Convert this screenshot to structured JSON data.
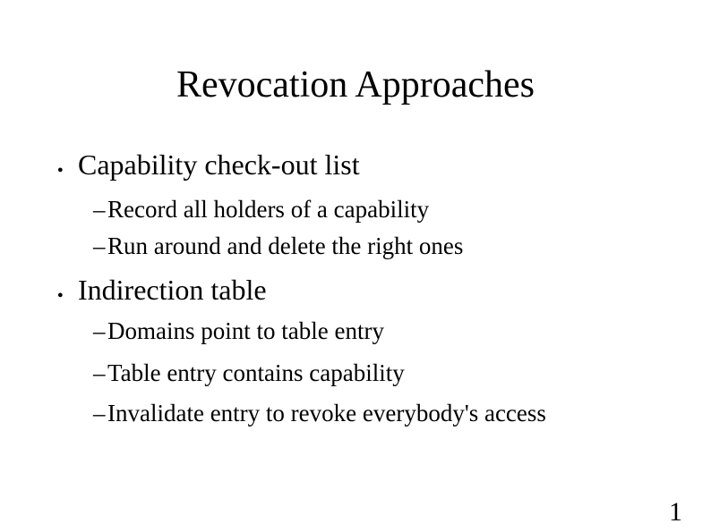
{
  "slide": {
    "title": "Revocation Approaches",
    "glyphs": {
      "bullet": "●",
      "dash": "–"
    },
    "outline": [
      {
        "level": 1,
        "text": "Capability check-out list"
      },
      {
        "level": 2,
        "text": "Record all holders of a capability"
      },
      {
        "level": 2,
        "text": "Run around and delete the right ones"
      },
      {
        "level": 1,
        "text": "Indirection table"
      },
      {
        "level": 2,
        "text": "Domains point to table entry"
      },
      {
        "level": 2,
        "text": "Table entry contains capability"
      },
      {
        "level": 2,
        "text": "Invalidate entry to revoke everybody's access"
      }
    ],
    "page_number": "1",
    "colors": {
      "background": "#ffffff",
      "text": "#000000"
    }
  }
}
